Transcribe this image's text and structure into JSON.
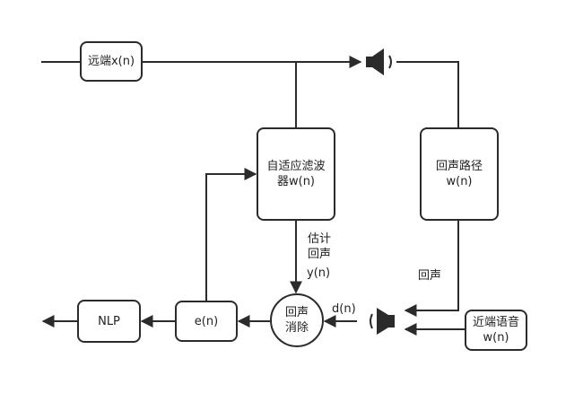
{
  "blocks": {
    "far_end": "远端x(n)",
    "adaptive_filter": [
      "自适应滤波",
      "器w(n)"
    ],
    "echo_path": [
      "回声路径",
      "w(n)"
    ],
    "echo_cancel": [
      "回声",
      "消除"
    ],
    "error": "e(n)",
    "nlp": "NLP",
    "near_end": [
      "近端语音",
      "w(n)"
    ]
  },
  "labels": {
    "estimated_echo": [
      "估计",
      "回声"
    ],
    "y": "y(n)",
    "echo": "回声",
    "d": "d(n)"
  },
  "icons": {
    "speaker": "speaker-icon",
    "microphone": "microphone-icon"
  }
}
